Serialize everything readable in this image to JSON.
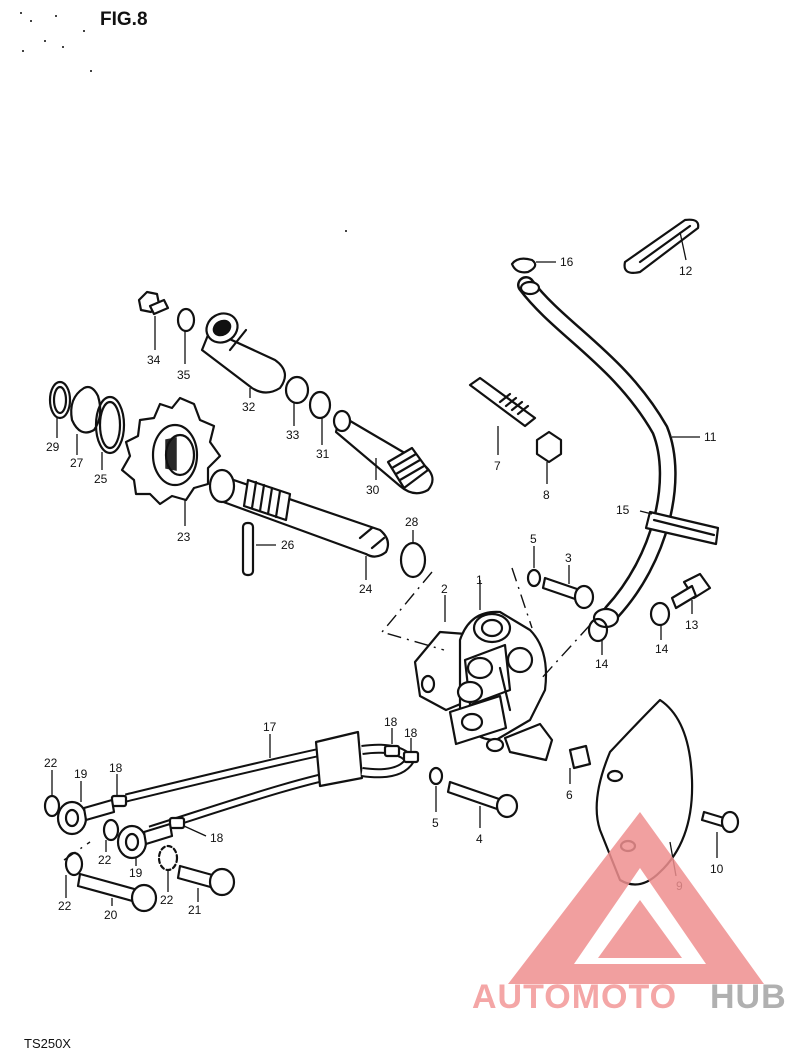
{
  "diagram": {
    "title": "FIG.8",
    "model": "TS250X",
    "callouts": {
      "c1": "1",
      "c2": "2",
      "c3": "3",
      "c4": "4",
      "c5a": "5",
      "c5b": "5",
      "c6": "6",
      "c7": "7",
      "c8": "8",
      "c9": "9",
      "c10": "10",
      "c11": "11",
      "c12": "12",
      "c13": "13",
      "c14a": "14",
      "c14b": "14",
      "c15": "15",
      "c16": "16",
      "c17": "17",
      "c18a": "18",
      "c18b": "18",
      "c18c": "18",
      "c18d": "18",
      "c19a": "19",
      "c19b": "19",
      "c20": "20",
      "c21": "21",
      "c22a": "22",
      "c22b": "22",
      "c22c": "22",
      "c22d": "22",
      "c23": "23",
      "c24": "24",
      "c25": "25",
      "c26": "26",
      "c27": "27",
      "c28": "28",
      "c29": "29",
      "c30": "30",
      "c31": "31",
      "c32": "32",
      "c33": "33",
      "c34": "34",
      "c35": "35"
    }
  },
  "watermark": {
    "part1": "AUTOMOTO",
    "part2": "HUB",
    "color_main": "#f4a6a6",
    "color_dark": "#b0b0b0",
    "color_triangle": "#ef8f8f"
  }
}
